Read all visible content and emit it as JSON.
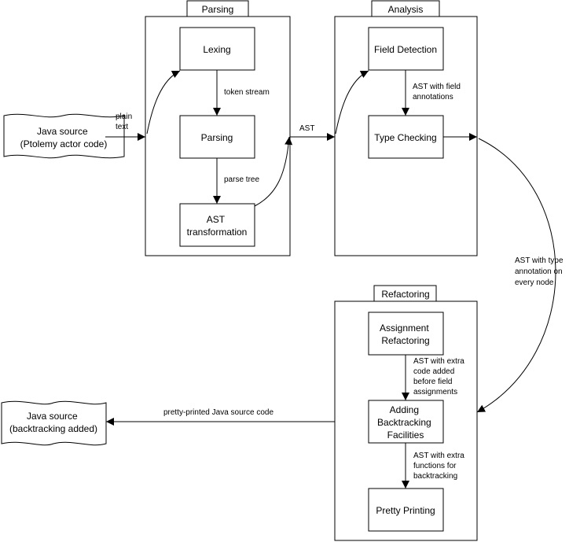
{
  "groups": {
    "parsing": "Parsing",
    "analysis": "Analysis",
    "refactoring": "Refactoring"
  },
  "steps": {
    "lexing": [
      "Lexing"
    ],
    "parsing": [
      "Parsing"
    ],
    "ast_transformation": [
      "AST",
      "transformation"
    ],
    "field_detection": [
      "Field Detection"
    ],
    "type_checking": [
      "Type Checking"
    ],
    "assignment_refactoring": [
      "Assignment",
      "Refactoring"
    ],
    "adding_backtracking": [
      "Adding",
      "Backtracking",
      "Facilities"
    ],
    "pretty_printing": [
      "Pretty Printing"
    ]
  },
  "documents": {
    "input": [
      "Java source",
      "(Ptolemy actor code)"
    ],
    "output": [
      "Java source",
      "(backtracking added)"
    ]
  },
  "edge_labels": {
    "plain_text": [
      "plain",
      "text"
    ],
    "token_stream": [
      "token stream"
    ],
    "parse_tree": [
      "parse tree"
    ],
    "ast": [
      "AST"
    ],
    "ast_field_annotations": [
      "AST with field",
      "annotations"
    ],
    "ast_type_annotation": [
      "AST with type",
      "annotation on",
      "every node"
    ],
    "ast_extra_code": [
      "AST with extra",
      "code added",
      "before field",
      "assignments"
    ],
    "ast_extra_functions": [
      "AST with extra",
      "functions for",
      "backtracking"
    ],
    "pretty_printed": [
      "pretty-printed Java source code"
    ]
  },
  "colors": {
    "stroke": "#000000",
    "fill": "#ffffff",
    "text": "#000000"
  }
}
